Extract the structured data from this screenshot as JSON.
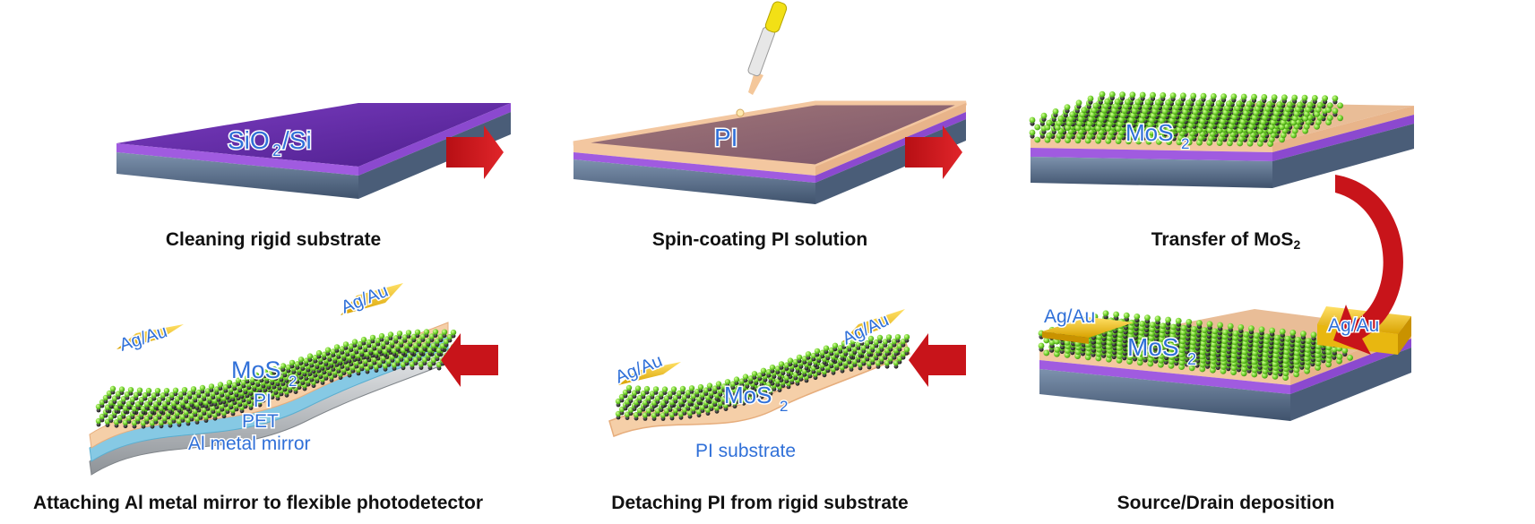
{
  "steps": [
    {
      "caption": "Cleaning rigid substrate",
      "labels": [
        "SiO",
        "2",
        "/Si"
      ]
    },
    {
      "caption": "Spin-coating PI solution",
      "labels": [
        "PI"
      ]
    },
    {
      "caption_main": "Transfer of MoS",
      "caption_sub": "2",
      "labels": [
        "MoS",
        "2"
      ]
    },
    {
      "caption": "Source/Drain deposition",
      "labels": [
        "Ag/Au",
        "Ag/Au",
        "MoS",
        "2"
      ]
    },
    {
      "caption": "Detaching PI from rigid substrate",
      "labels": [
        "Ag/Au",
        "Ag/Au",
        "MoS",
        "2",
        "PI substrate"
      ]
    },
    {
      "caption": "Attaching Al metal mirror to flexible photodetector",
      "labels": [
        "Ag/Au",
        "Ag/Au",
        "MoS",
        "2",
        "PI",
        "PET",
        "Al metal mirror"
      ]
    }
  ],
  "colors": {
    "arrow": "#c8141a",
    "sio2": "#6a2fa6",
    "si_side": "#5d7390",
    "pi": "#f3c7a0",
    "mos2_atom": "#7ddc2e",
    "mos2_dark": "#2a2a2a",
    "electrode": "#f2c21b",
    "pet": "#7ec6e2",
    "mirror": "#b9bcc0",
    "label_fill": "#2d6fd6"
  }
}
